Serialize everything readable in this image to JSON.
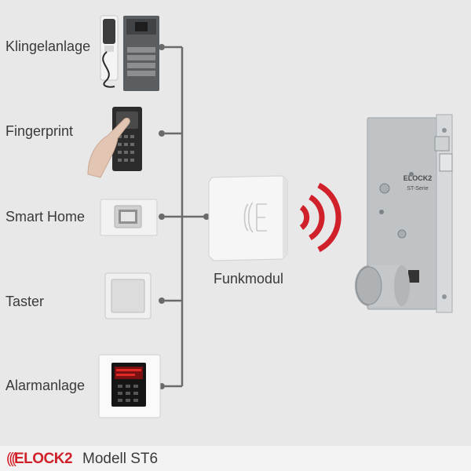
{
  "devices": [
    {
      "label": "Klingelanlage",
      "icon": "intercom-icon"
    },
    {
      "label": "Fingerprint",
      "icon": "fingerprint-reader-icon"
    },
    {
      "label": "Smart Home",
      "icon": "smart-home-switch-icon"
    },
    {
      "label": "Taster",
      "icon": "push-button-icon"
    },
    {
      "label": "Alarmanlage",
      "icon": "alarm-panel-icon"
    }
  ],
  "module": {
    "label": "Funkmodul",
    "icon": "radio-module-icon"
  },
  "lock": {
    "brand_text": "ELOCK2",
    "series_text": "ST-Serie",
    "icon": "mortise-lock-icon"
  },
  "footer": {
    "brand": "ELOCK2",
    "model": "Modell ST6"
  },
  "colors": {
    "accent": "#d0202a",
    "line": "#666666",
    "background": "#e8e8e8"
  }
}
